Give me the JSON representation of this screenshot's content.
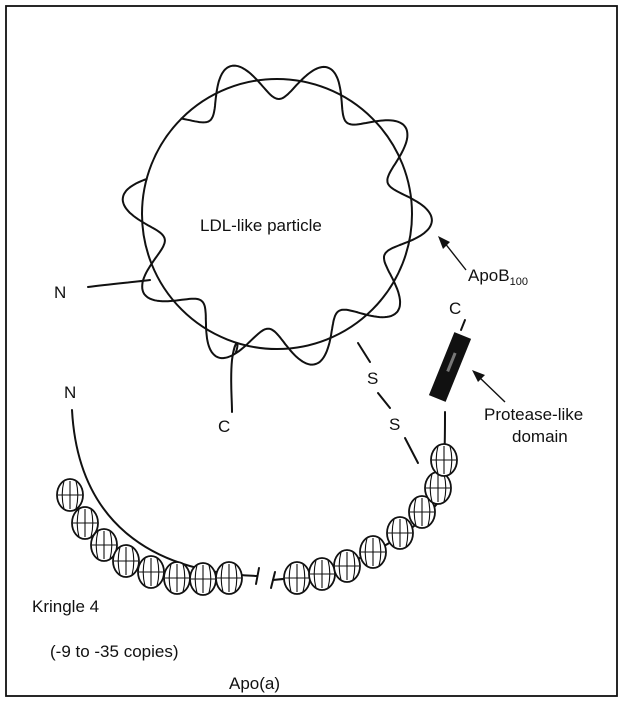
{
  "labels": {
    "particle": "LDL-like particle",
    "apob": "ApoB",
    "apob_sub": "100",
    "n_apob": "N",
    "c_apob": "C",
    "s_top": "S",
    "s_bottom": "S",
    "n_apoa": "N",
    "c_apoa": "C",
    "protease_line1": "Protease-like",
    "protease_line2": "domain",
    "kringle": "Kringle 4",
    "copies": "(-9 to -35 copies)",
    "apoa": "Apo(a)"
  }
}
